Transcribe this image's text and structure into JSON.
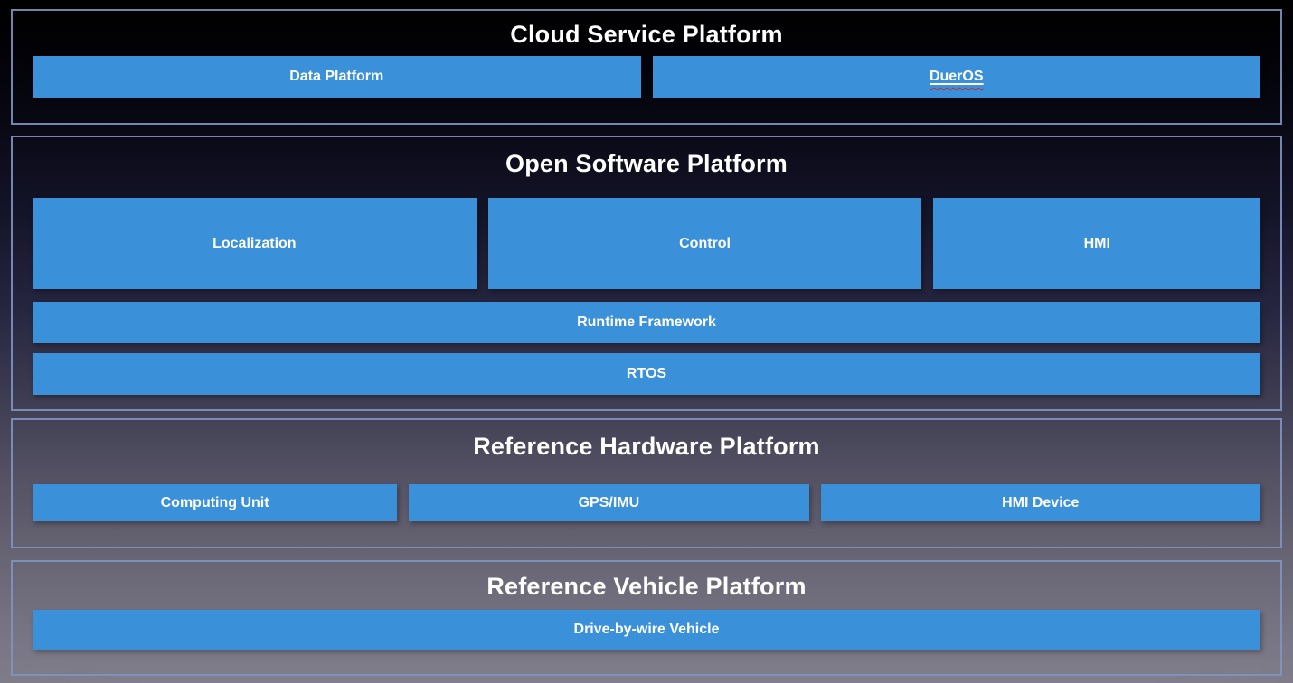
{
  "colors": {
    "box_blue": "#3A90D9",
    "section_border": "#8194C0",
    "label_text": "#FFFFFF",
    "spellcheck_squiggle_red": "#D0241F",
    "background_top": "#000000",
    "background_bottom": "#817F8B"
  },
  "sections": [
    {
      "title": "Cloud Service Platform",
      "rows": [
        [
          "Data Platform",
          "DuerOS"
        ]
      ]
    },
    {
      "title": "Open Software Platform",
      "rows": [
        [
          "Localization",
          "Control",
          "HMI"
        ],
        [
          "Runtime Framework"
        ],
        [
          "RTOS"
        ]
      ]
    },
    {
      "title": "Reference Hardware Platform",
      "rows": [
        [
          "Computing Unit",
          "GPS/IMU",
          "HMI Device"
        ]
      ]
    },
    {
      "title": "Reference Vehicle Platform",
      "rows": [
        [
          "Drive-by-wire Vehicle"
        ]
      ]
    }
  ]
}
